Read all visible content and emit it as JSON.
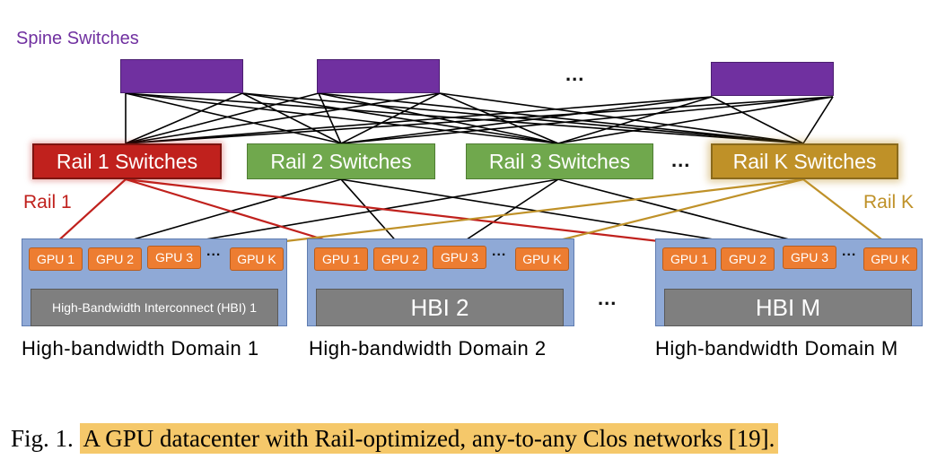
{
  "spine": {
    "title": "Spine Switches",
    "ellipsis": "..."
  },
  "rails": {
    "items": [
      {
        "label": "Rail 1 Switches",
        "color": "#c0211d"
      },
      {
        "label": "Rail 2 Switches",
        "color": "#70a84d"
      },
      {
        "label": "Rail 3 Switches",
        "color": "#70a84d"
      },
      {
        "label": "Rail K Switches",
        "color": "#bf9128"
      }
    ],
    "ellipsis": "...",
    "rail1_label": "Rail 1",
    "railk_label": "Rail K"
  },
  "domains": [
    {
      "gpus": [
        "GPU 1",
        "GPU 2",
        "GPU 3",
        "GPU K"
      ],
      "gpu_ellipsis": "...",
      "hbi": "High-Bandwidth Interconnect (HBI) 1",
      "label": "High-bandwidth  Domain 1"
    },
    {
      "gpus": [
        "GPU 1",
        "GPU 2",
        "GPU 3",
        "GPU K"
      ],
      "gpu_ellipsis": "...",
      "hbi": "HBI 2",
      "label": "High-bandwidth  Domain 2"
    },
    {
      "gpus": [
        "GPU 1",
        "GPU 2",
        "GPU 3",
        "GPU K"
      ],
      "gpu_ellipsis": "...",
      "hbi": "HBI M",
      "label": "High-bandwidth  Domain M"
    }
  ],
  "domains_ellipsis": "...",
  "caption": {
    "prefix": "Fig. 1.",
    "text": "A GPU datacenter with Rail-optimized, any-to-any Clos networks [19]."
  },
  "colors": {
    "spine": "#7030a0",
    "rail1": "#c0211d",
    "railk": "#bf9128",
    "gpu": "#ed7d31",
    "hbi": "#7f7f7f",
    "domain": "#8fa9d6"
  }
}
